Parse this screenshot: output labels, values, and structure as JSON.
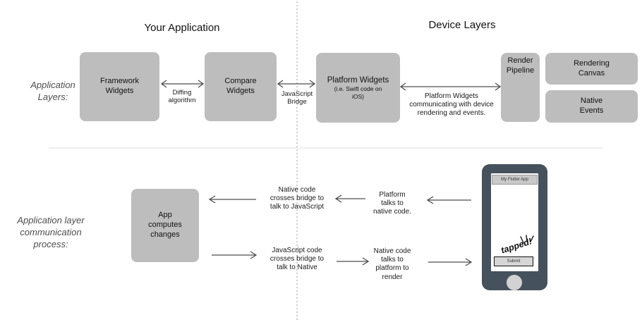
{
  "titles": {
    "your_application": "Your Application",
    "device_layers": "Device Layers"
  },
  "sections": {
    "layers_label": "Application\nLayers:",
    "process_label": "Application layer\ncommunication\nprocess:"
  },
  "boxes": {
    "framework_widgets": "Framework\nWidgets",
    "compare_widgets": "Compare\nWidgets",
    "platform_widgets": {
      "title": "Platform Widgets",
      "subtitle": "(i.e. Swift code on\niOS)"
    },
    "render_pipeline": "Render\nPipeline",
    "rendering_canvas": "Rendering\nCanvas",
    "native_events": "Native\nEvents",
    "app_computes_changes": "App\ncomputes\nchanges"
  },
  "arrows": {
    "diffing_algorithm": "Diffing\nalgorithm",
    "javascript_bridge": "JavaScript\nBridge",
    "platform_widgets_comm": "Platform Widgets\ncommunicating with device\nrendering and events.",
    "native_code_to_js": "Native code\ncrosses bridge to\ntalk to JavaScript",
    "platform_talks_native": "Platform\ntalks to\nnative code.",
    "js_code_to_native": "JavaScript code\ncrosses bridge to\ntalk to Native",
    "native_talks_platform": "Native code\ntalks to\nplatform to\nrender"
  },
  "phone": {
    "app_bar_title": "My Flutter App",
    "tapped_text": "tapped!",
    "submit_button": "Submit"
  },
  "colors": {
    "box_gray": "#bdbdbd",
    "phone_body": "#45525d",
    "arrow_stroke": "#4d4d4d",
    "divider_light": "#ebebeb",
    "divider_dotted": "#9c9c9c"
  }
}
